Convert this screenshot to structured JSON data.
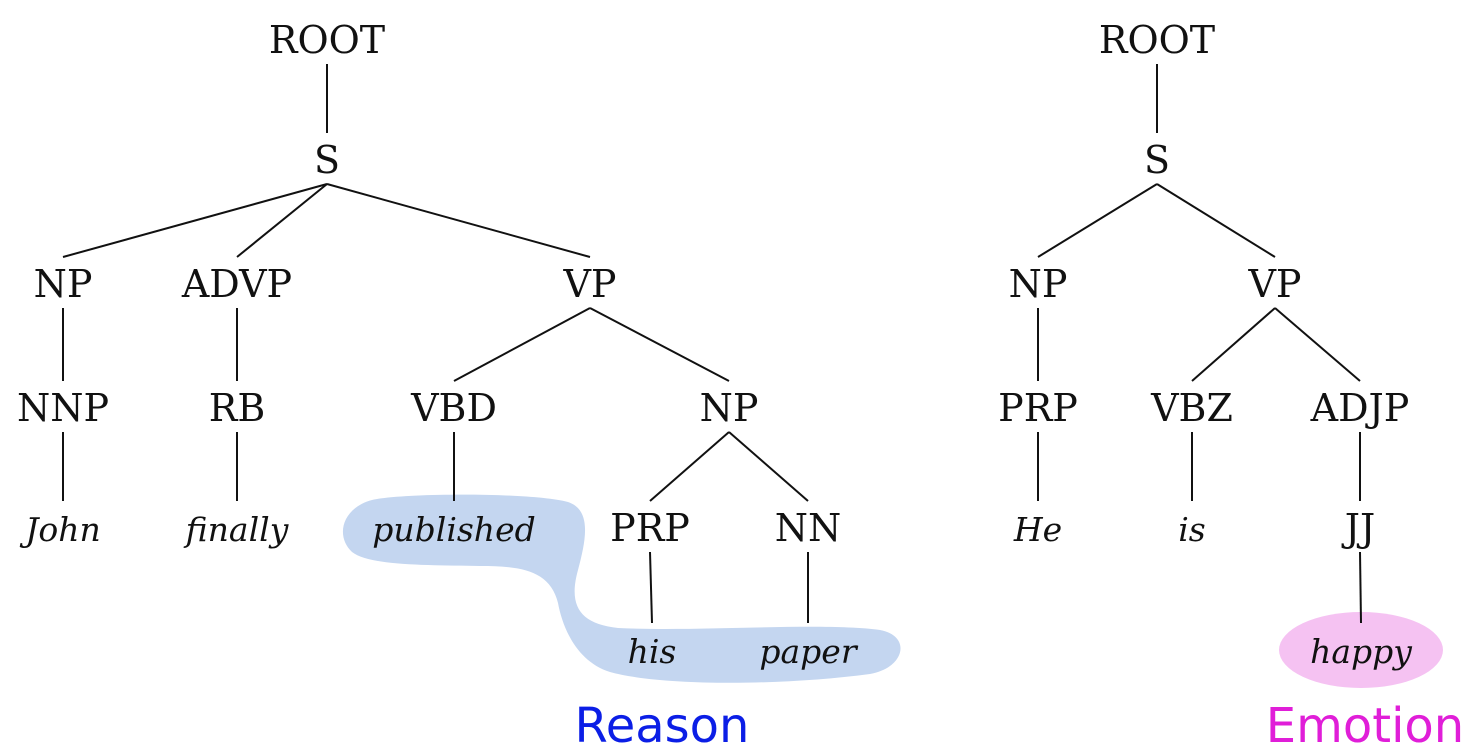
{
  "trees": [
    {
      "id": "reason",
      "caption": "Reason",
      "caption_color": "#0b1ee6",
      "highlight_color": "#c4d6f0",
      "nodes": [
        {
          "id": "root",
          "label": "ROOT",
          "kind": "node"
        },
        {
          "id": "s",
          "label": "S",
          "kind": "node"
        },
        {
          "id": "np1",
          "label": "NP",
          "kind": "node"
        },
        {
          "id": "advp",
          "label": "ADVP",
          "kind": "node"
        },
        {
          "id": "vp",
          "label": "VP",
          "kind": "node"
        },
        {
          "id": "nnp",
          "label": "NNP",
          "kind": "node"
        },
        {
          "id": "rb",
          "label": "RB",
          "kind": "node"
        },
        {
          "id": "vbd",
          "label": "VBD",
          "kind": "node"
        },
        {
          "id": "np2",
          "label": "NP",
          "kind": "node"
        },
        {
          "id": "john",
          "label": "John",
          "kind": "word"
        },
        {
          "id": "finally",
          "label": "finally",
          "kind": "word"
        },
        {
          "id": "published",
          "label": "published",
          "kind": "word"
        },
        {
          "id": "prp",
          "label": "PRP",
          "kind": "node"
        },
        {
          "id": "nn",
          "label": "NN",
          "kind": "node"
        },
        {
          "id": "his",
          "label": "his",
          "kind": "word"
        },
        {
          "id": "paper",
          "label": "paper",
          "kind": "word"
        }
      ],
      "edges": [
        [
          "root",
          "s"
        ],
        [
          "s",
          "np1"
        ],
        [
          "s",
          "advp"
        ],
        [
          "s",
          "vp"
        ],
        [
          "np1",
          "nnp"
        ],
        [
          "advp",
          "rb"
        ],
        [
          "vp",
          "vbd"
        ],
        [
          "vp",
          "np2"
        ],
        [
          "nnp",
          "john"
        ],
        [
          "rb",
          "finally"
        ],
        [
          "vbd",
          "published"
        ],
        [
          "np2",
          "prp"
        ],
        [
          "np2",
          "nn"
        ],
        [
          "prp",
          "his"
        ],
        [
          "nn",
          "paper"
        ]
      ],
      "highlighted_words": [
        "published",
        "his",
        "paper"
      ]
    },
    {
      "id": "emotion",
      "caption": "Emotion",
      "caption_color": "#e01ed8",
      "highlight_color": "#f5c2f2",
      "nodes": [
        {
          "id": "root",
          "label": "ROOT",
          "kind": "node"
        },
        {
          "id": "s",
          "label": "S",
          "kind": "node"
        },
        {
          "id": "np",
          "label": "NP",
          "kind": "node"
        },
        {
          "id": "vp",
          "label": "VP",
          "kind": "node"
        },
        {
          "id": "prp",
          "label": "PRP",
          "kind": "node"
        },
        {
          "id": "vbz",
          "label": "VBZ",
          "kind": "node"
        },
        {
          "id": "adjp",
          "label": "ADJP",
          "kind": "node"
        },
        {
          "id": "he",
          "label": "He",
          "kind": "word"
        },
        {
          "id": "is",
          "label": "is",
          "kind": "word"
        },
        {
          "id": "jj",
          "label": "JJ",
          "kind": "node"
        },
        {
          "id": "happy",
          "label": "happy",
          "kind": "word"
        }
      ],
      "edges": [
        [
          "root",
          "s"
        ],
        [
          "s",
          "np"
        ],
        [
          "s",
          "vp"
        ],
        [
          "np",
          "prp"
        ],
        [
          "vp",
          "vbz"
        ],
        [
          "vp",
          "adjp"
        ],
        [
          "prp",
          "he"
        ],
        [
          "vbz",
          "is"
        ],
        [
          "adjp",
          "jj"
        ],
        [
          "jj",
          "happy"
        ]
      ],
      "highlighted_words": [
        "happy"
      ]
    }
  ]
}
